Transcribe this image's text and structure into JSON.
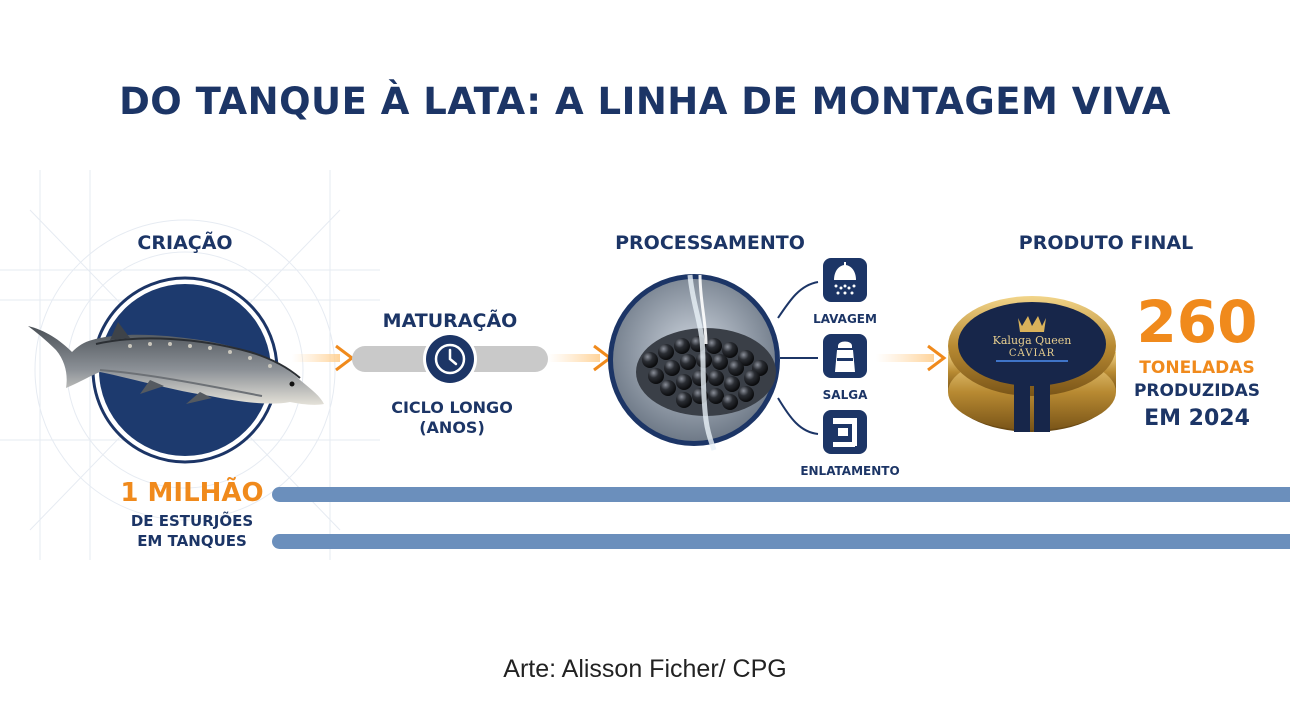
{
  "title": "DO TANQUE À LATA: A LINHA DE MONTAGEM VIVA",
  "stages": {
    "criacao": "CRIAÇÃO",
    "maturacao": "MATURAÇÃO",
    "processamento": "PROCESSAMENTO",
    "produto_final": "PRODUTO FINAL"
  },
  "maturacao_note": {
    "line1": "CICLO LONGO",
    "line2": "(ANOS)"
  },
  "process_steps": [
    "LAVAGEM",
    "SALGA",
    "ENLATAMENTO"
  ],
  "criacao_stat": {
    "value": "1 MILHÃO",
    "line1": "DE ESTURJÕES",
    "line2": "EM TANQUES"
  },
  "produto_stat": {
    "value": "260",
    "line1": "TONELADAS",
    "line2": "PRODUZIDAS",
    "line3": "EM 2024"
  },
  "tin": {
    "brand": "Kaluga Queen",
    "product": "CAVIAR"
  },
  "credit": "Arte: Alisson Ficher/ CPG",
  "colors": {
    "navy": "#1c3566",
    "orange": "#f08a1c",
    "bar_blue": "#6b8fbc",
    "gold": "#c9a24a"
  },
  "icons": [
    "sturgeon-image",
    "clock-icon",
    "caviar-image",
    "shower-icon",
    "salt-shaker-icon",
    "canning-machine-icon",
    "caviar-tin-image",
    "arrow-icon"
  ]
}
